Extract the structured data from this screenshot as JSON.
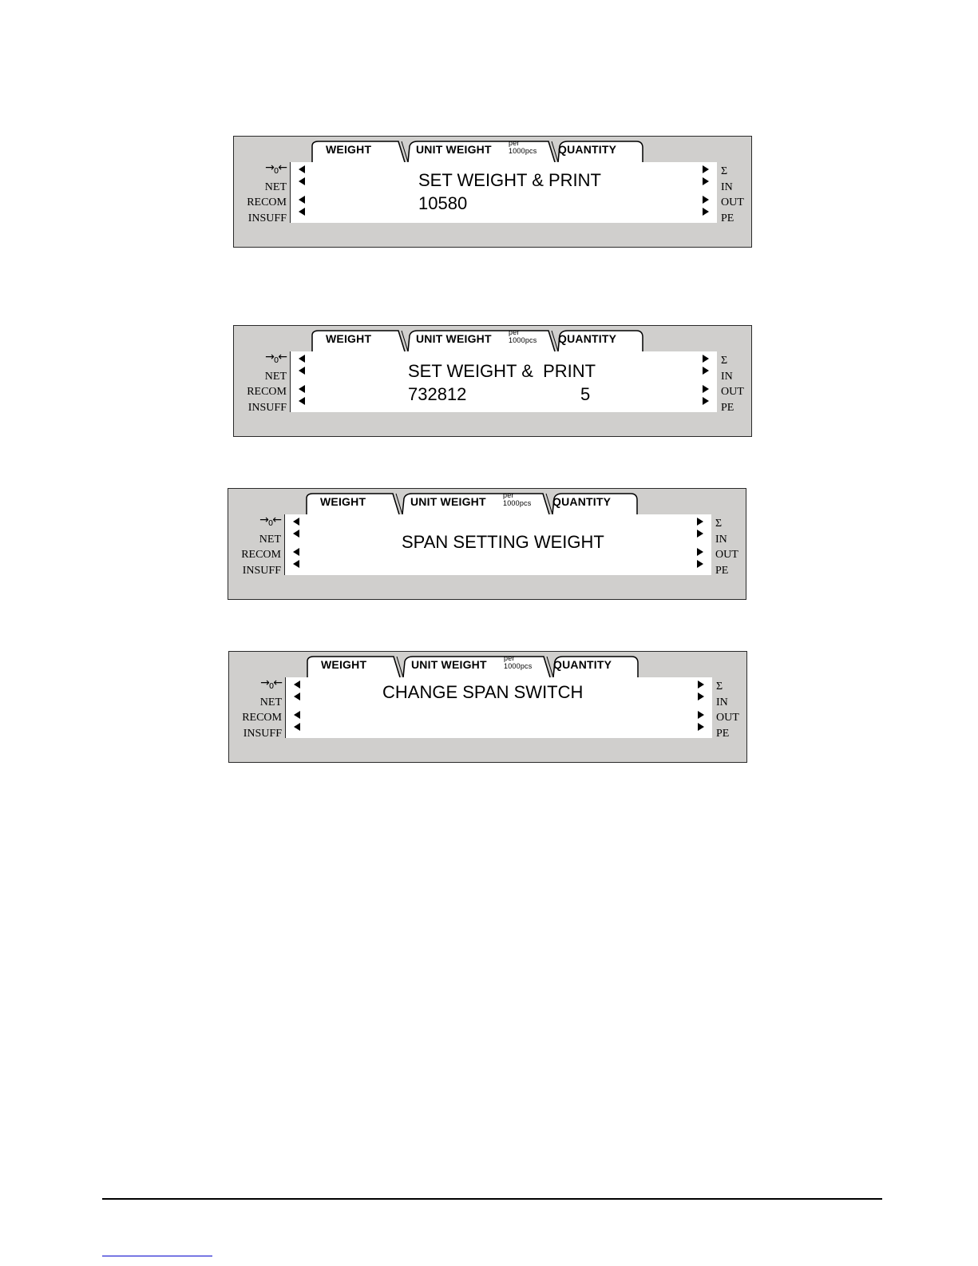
{
  "tabs": {
    "weight": "WEIGHT",
    "unit_weight": "UNIT WEIGHT",
    "unit_per": "per",
    "unit_pcs": "1000pcs",
    "quantity": "QUANTITY"
  },
  "left_indicators": {
    "zero_left": "→",
    "zero_mid": "0",
    "zero_right": "←",
    "net": "NET",
    "recom": "RECOM",
    "insuff": "INSUFF"
  },
  "right_indicators": {
    "sigma": "Σ",
    "in": "IN",
    "out": "OUT",
    "pe": "PE"
  },
  "panels": [
    {
      "line1": "SET WEIGHT & PRINT",
      "line2": "10580",
      "line2_right": ""
    },
    {
      "line1": "SET WEIGHT &  PRINT",
      "line2": "732812",
      "line2_right": "5"
    },
    {
      "line1": "SPAN SETTING WEIGHT",
      "line2": "",
      "line2_right": ""
    },
    {
      "line1": "CHANGE SPAN SWITCH",
      "line2": "",
      "line2_right": ""
    }
  ],
  "colors": {
    "panel_bg": "#d0cfcd",
    "display_bg": "#ffffff",
    "footer_link": "#0000cc"
  }
}
